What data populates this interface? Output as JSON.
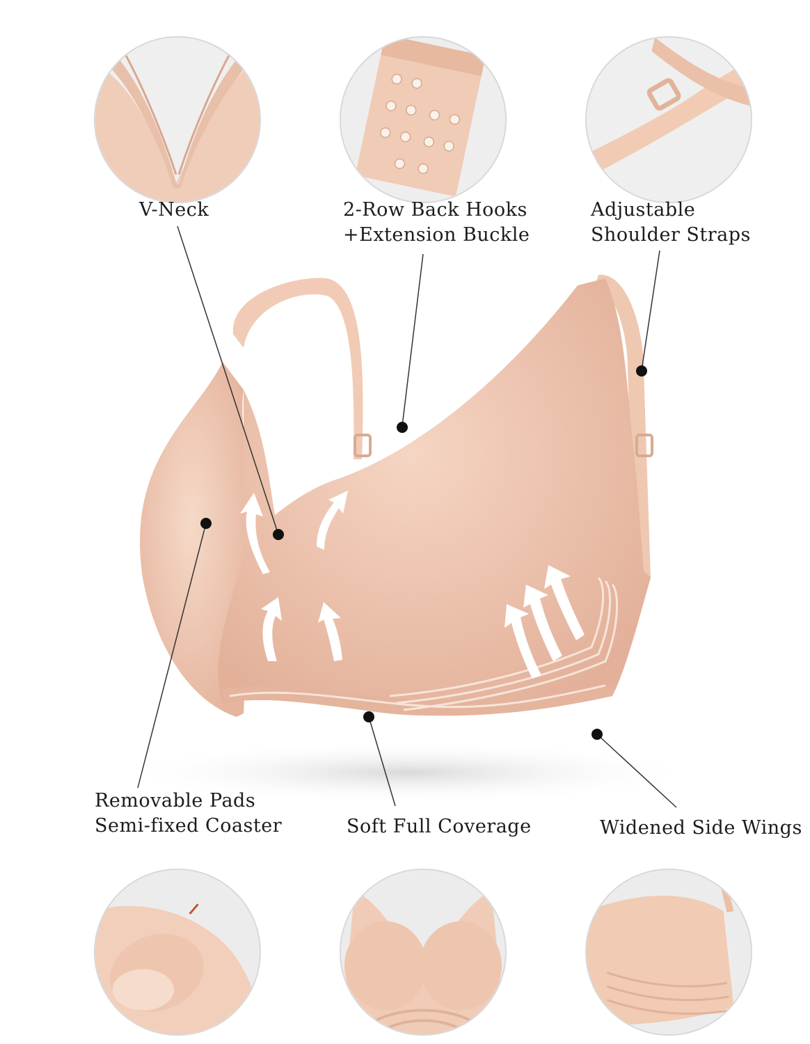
{
  "labels": {
    "v_neck": "V-Neck",
    "back_hooks_line1": "2-Row Back Hooks",
    "back_hooks_line2": "+Extension Buckle",
    "straps_line1": "Adjustable",
    "straps_line2": "Shoulder Straps",
    "pads_line1": "Removable Pads",
    "pads_line2": "Semi-fixed Coaster",
    "coverage": "Soft Full Coverage",
    "side_wings": "Widened Side Wings"
  },
  "colors": {
    "fabric": "#f3d2c0",
    "fabric_shadow": "#e6b8a3",
    "fabric_light": "#f8e2d6",
    "background": "#ffffff",
    "circle_bg": "#ececec",
    "text": "#1c1c1c"
  },
  "icons": {
    "lift_arrows": "curved-up-arrow-icon",
    "callout_dots": "dot-marker-icon"
  }
}
